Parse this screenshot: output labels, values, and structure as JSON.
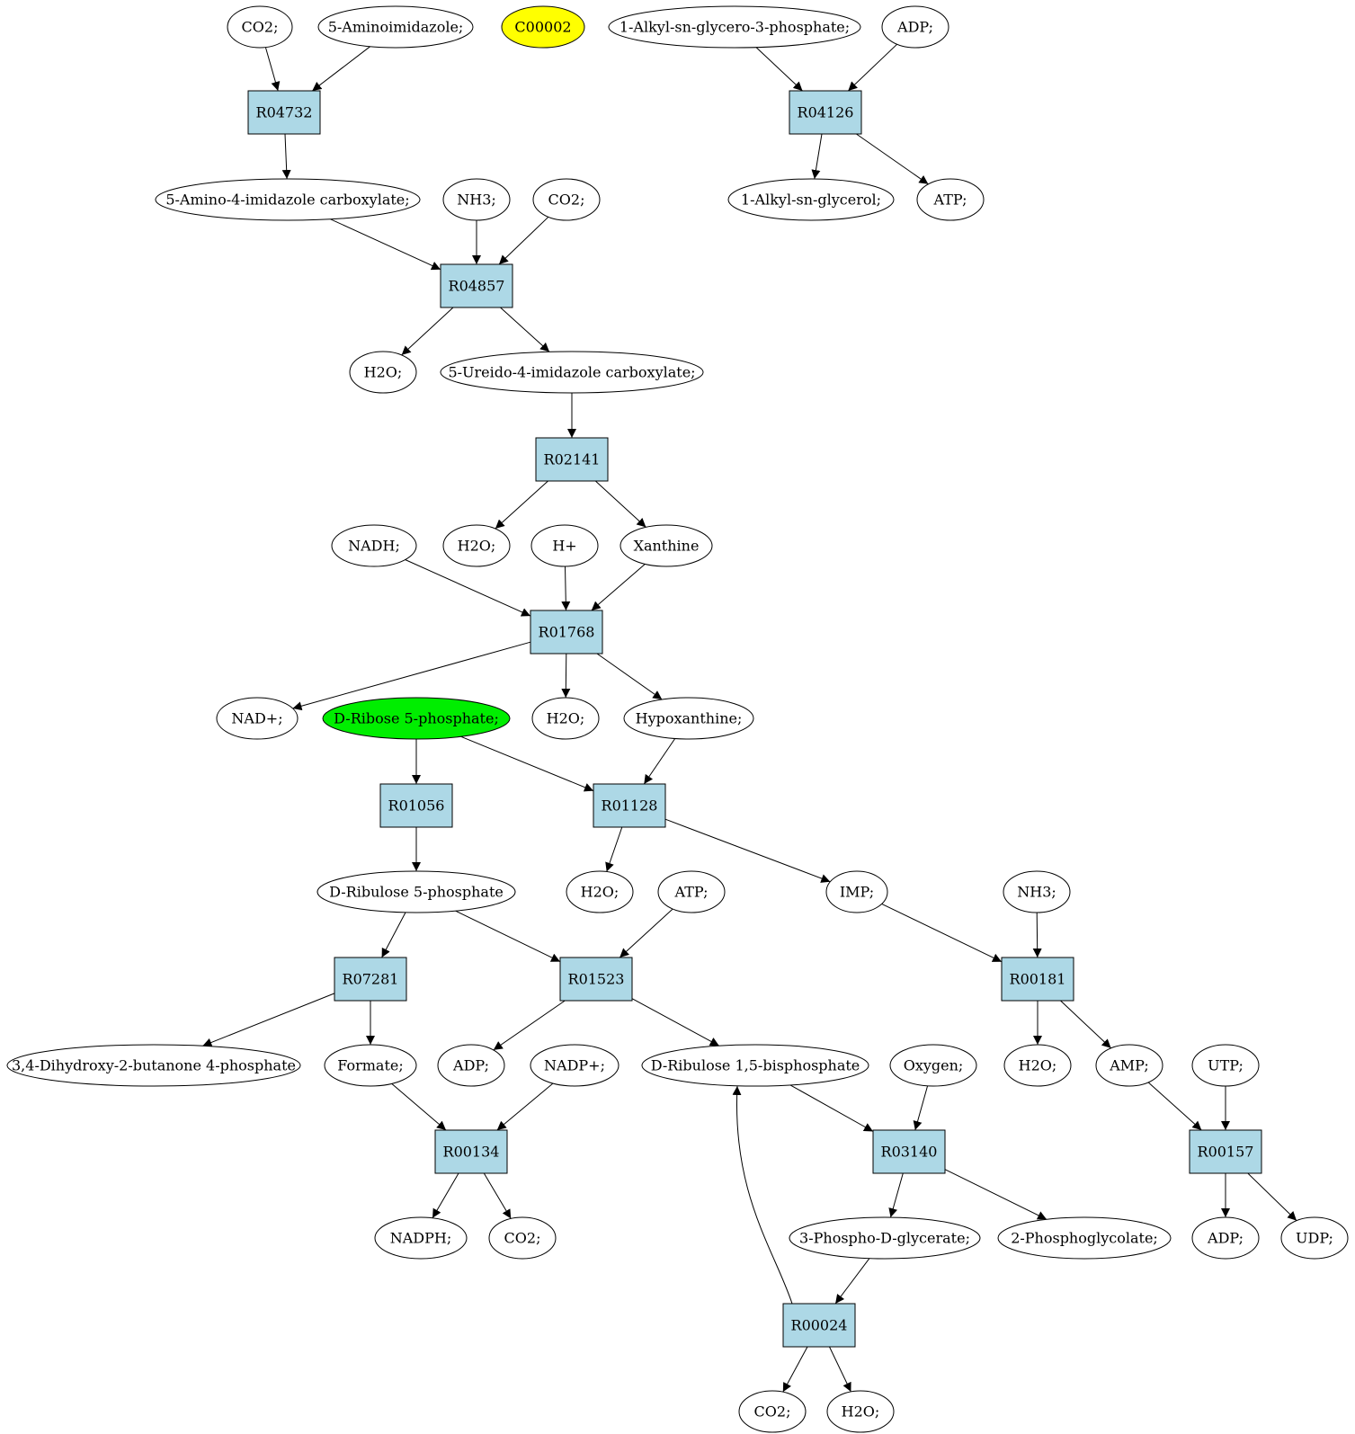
{
  "colors": {
    "reaction_fill": "#add8e6",
    "compound_fill": "#ffffff",
    "highlight_yellow": "#ffff00",
    "highlight_green": "#00ee00",
    "stroke": "#000000"
  },
  "reactions": [
    {
      "id": "r04732",
      "label": "R04732"
    },
    {
      "id": "r04126",
      "label": "R04126"
    },
    {
      "id": "r04857",
      "label": "R04857"
    },
    {
      "id": "r02141",
      "label": "R02141"
    },
    {
      "id": "r01768",
      "label": "R01768"
    },
    {
      "id": "r01056",
      "label": "R01056"
    },
    {
      "id": "r01128",
      "label": "R01128"
    },
    {
      "id": "r07281",
      "label": "R07281"
    },
    {
      "id": "r01523",
      "label": "R01523"
    },
    {
      "id": "r00181",
      "label": "R00181"
    },
    {
      "id": "r00134",
      "label": "R00134"
    },
    {
      "id": "r03140",
      "label": "R03140"
    },
    {
      "id": "r00157",
      "label": "R00157"
    },
    {
      "id": "r00024",
      "label": "R00024"
    }
  ],
  "compounds": [
    {
      "id": "c_co2_1",
      "label": "CO2;",
      "fill": "white"
    },
    {
      "id": "c_5aminoimidazole",
      "label": "5-Aminoimidazole;",
      "fill": "white"
    },
    {
      "id": "c_c00002",
      "label": "C00002",
      "fill": "yellow"
    },
    {
      "id": "c_alkylglycerophosphate",
      "label": "1-Alkyl-sn-glycero-3-phosphate;",
      "fill": "white"
    },
    {
      "id": "c_adp_1",
      "label": "ADP;",
      "fill": "white"
    },
    {
      "id": "c_5amino4imidazole",
      "label": "5-Amino-4-imidazole carboxylate;",
      "fill": "white"
    },
    {
      "id": "c_nh3_1",
      "label": "NH3;",
      "fill": "white"
    },
    {
      "id": "c_co2_2",
      "label": "CO2;",
      "fill": "white"
    },
    {
      "id": "c_alkylglycerol",
      "label": "1-Alkyl-sn-glycerol;",
      "fill": "white"
    },
    {
      "id": "c_atp_1",
      "label": "ATP;",
      "fill": "white"
    },
    {
      "id": "c_h2o_1",
      "label": "H2O;",
      "fill": "white"
    },
    {
      "id": "c_5ureido",
      "label": "5-Ureido-4-imidazole carboxylate;",
      "fill": "white"
    },
    {
      "id": "c_nadh",
      "label": "NADH;",
      "fill": "white"
    },
    {
      "id": "c_h2o_2",
      "label": "H2O;",
      "fill": "white"
    },
    {
      "id": "c_hplus",
      "label": "H+",
      "fill": "white"
    },
    {
      "id": "c_xanthine",
      "label": "Xanthine",
      "fill": "white"
    },
    {
      "id": "c_nadplus",
      "label": "NAD+;",
      "fill": "white"
    },
    {
      "id": "c_ribose5p",
      "label": "D-Ribose 5-phosphate;",
      "fill": "green"
    },
    {
      "id": "c_h2o_3",
      "label": "H2O;",
      "fill": "white"
    },
    {
      "id": "c_hypoxanthine",
      "label": "Hypoxanthine;",
      "fill": "white"
    },
    {
      "id": "c_ribulose5p",
      "label": "D-Ribulose 5-phosphate",
      "fill": "white"
    },
    {
      "id": "c_h2o_4",
      "label": "H2O;",
      "fill": "white"
    },
    {
      "id": "c_atp_2",
      "label": "ATP;",
      "fill": "white"
    },
    {
      "id": "c_imp",
      "label": "IMP;",
      "fill": "white"
    },
    {
      "id": "c_nh3_2",
      "label": "NH3;",
      "fill": "white"
    },
    {
      "id": "c_dihydroxybutanone",
      "label": "3,4-Dihydroxy-2-butanone 4-phosphate",
      "fill": "white"
    },
    {
      "id": "c_formate",
      "label": "Formate;",
      "fill": "white"
    },
    {
      "id": "c_adp_2",
      "label": "ADP;",
      "fill": "white"
    },
    {
      "id": "c_nadpplus",
      "label": "NADP+;",
      "fill": "white"
    },
    {
      "id": "c_ribulosebisp",
      "label": "D-Ribulose 1,5-bisphosphate",
      "fill": "white"
    },
    {
      "id": "c_oxygen",
      "label": "Oxygen;",
      "fill": "white"
    },
    {
      "id": "c_h2o_5",
      "label": "H2O;",
      "fill": "white"
    },
    {
      "id": "c_amp",
      "label": "AMP;",
      "fill": "white"
    },
    {
      "id": "c_utp",
      "label": "UTP;",
      "fill": "white"
    },
    {
      "id": "c_nadph",
      "label": "NADPH;",
      "fill": "white"
    },
    {
      "id": "c_co2_3",
      "label": "CO2;",
      "fill": "white"
    },
    {
      "id": "c_3phosphoglycerate",
      "label": "3-Phospho-D-glycerate;",
      "fill": "white"
    },
    {
      "id": "c_2phosphoglycolate",
      "label": "2-Phosphoglycolate;",
      "fill": "white"
    },
    {
      "id": "c_adp_3",
      "label": "ADP;",
      "fill": "white"
    },
    {
      "id": "c_udp",
      "label": "UDP;",
      "fill": "white"
    },
    {
      "id": "c_co2_4",
      "label": "CO2;",
      "fill": "white"
    },
    {
      "id": "c_h2o_6",
      "label": "H2O;",
      "fill": "white"
    }
  ],
  "edges": [
    {
      "from": "c_co2_1",
      "to": "r04732"
    },
    {
      "from": "c_5aminoimidazole",
      "to": "r04732"
    },
    {
      "from": "r04732",
      "to": "c_5amino4imidazole"
    },
    {
      "from": "c_alkylglycerophosphate",
      "to": "r04126"
    },
    {
      "from": "c_adp_1",
      "to": "r04126"
    },
    {
      "from": "r04126",
      "to": "c_alkylglycerol"
    },
    {
      "from": "r04126",
      "to": "c_atp_1"
    },
    {
      "from": "c_5amino4imidazole",
      "to": "r04857"
    },
    {
      "from": "c_nh3_1",
      "to": "r04857"
    },
    {
      "from": "c_co2_2",
      "to": "r04857"
    },
    {
      "from": "r04857",
      "to": "c_h2o_1"
    },
    {
      "from": "r04857",
      "to": "c_5ureido"
    },
    {
      "from": "c_5ureido",
      "to": "r02141"
    },
    {
      "from": "r02141",
      "to": "c_h2o_2"
    },
    {
      "from": "r02141",
      "to": "c_xanthine"
    },
    {
      "from": "c_nadh",
      "to": "r01768"
    },
    {
      "from": "c_hplus",
      "to": "r01768"
    },
    {
      "from": "c_xanthine",
      "to": "r01768"
    },
    {
      "from": "r01768",
      "to": "c_nadplus"
    },
    {
      "from": "r01768",
      "to": "c_h2o_3"
    },
    {
      "from": "r01768",
      "to": "c_hypoxanthine"
    },
    {
      "from": "c_ribose5p",
      "to": "r01056"
    },
    {
      "from": "c_ribose5p",
      "to": "r01128"
    },
    {
      "from": "c_hypoxanthine",
      "to": "r01128"
    },
    {
      "from": "r01056",
      "to": "c_ribulose5p"
    },
    {
      "from": "r01128",
      "to": "c_h2o_4"
    },
    {
      "from": "r01128",
      "to": "c_imp"
    },
    {
      "from": "c_ribulose5p",
      "to": "r07281"
    },
    {
      "from": "c_ribulose5p",
      "to": "r01523"
    },
    {
      "from": "c_atp_2",
      "to": "r01523"
    },
    {
      "from": "c_imp",
      "to": "r00181"
    },
    {
      "from": "c_nh3_2",
      "to": "r00181"
    },
    {
      "from": "r07281",
      "to": "c_dihydroxybutanone"
    },
    {
      "from": "r07281",
      "to": "c_formate"
    },
    {
      "from": "r01523",
      "to": "c_adp_2"
    },
    {
      "from": "r01523",
      "to": "c_ribulosebisp"
    },
    {
      "from": "r00181",
      "to": "c_h2o_5"
    },
    {
      "from": "r00181",
      "to": "c_amp"
    },
    {
      "from": "c_formate",
      "to": "r00134"
    },
    {
      "from": "c_nadpplus",
      "to": "r00134"
    },
    {
      "from": "c_ribulosebisp",
      "to": "r03140"
    },
    {
      "from": "c_oxygen",
      "to": "r03140"
    },
    {
      "from": "c_amp",
      "to": "r00157"
    },
    {
      "from": "c_utp",
      "to": "r00157"
    },
    {
      "from": "r00134",
      "to": "c_nadph"
    },
    {
      "from": "r00134",
      "to": "c_co2_3"
    },
    {
      "from": "r03140",
      "to": "c_3phosphoglycerate"
    },
    {
      "from": "r03140",
      "to": "c_2phosphoglycolate"
    },
    {
      "from": "r00157",
      "to": "c_adp_3"
    },
    {
      "from": "r00157",
      "to": "c_udp"
    },
    {
      "from": "c_3phosphoglycerate",
      "to": "r00024"
    },
    {
      "from": "r00024",
      "to": "c_ribulosebisp",
      "curved": true
    },
    {
      "from": "r00024",
      "to": "c_co2_4"
    },
    {
      "from": "r00024",
      "to": "c_h2o_6"
    }
  ]
}
